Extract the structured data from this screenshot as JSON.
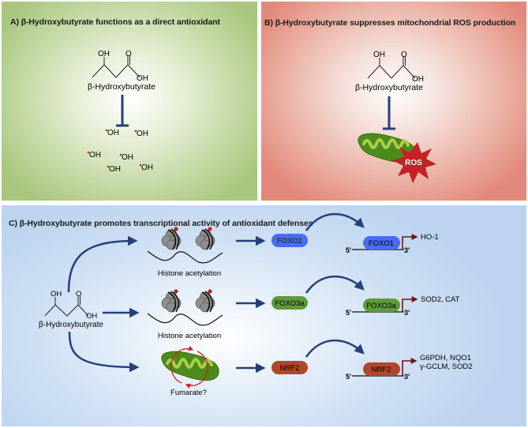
{
  "panels": {
    "a": {
      "title": "A) β-Hydroxybutyrate functions as a direct antioxidant",
      "molecule_label": "β-Hydroxybutyrate",
      "atom_oh": "OH",
      "atom_o": "O",
      "radicals": [
        "OH",
        "OH",
        "OH",
        "OH",
        "OH",
        "OH"
      ],
      "relation": "inhibits"
    },
    "b": {
      "title": "B) β-Hydroxybutyrate suppresses mitochondrial ROS production",
      "molecule_label": "β-Hydroxybutyrate",
      "atom_oh": "OH",
      "atom_o": "O",
      "ros_label": "ROS",
      "relation": "inhibits"
    },
    "c": {
      "title": "C) β-Hydroxybutyrate promotes transcriptional activity of antioxidant defenses",
      "molecule_label": "β-Hydroxybutyrate",
      "atom_oh": "OH",
      "atom_o": "O",
      "pathways": [
        {
          "mechanism": "Histone acetylation",
          "factor": "FOXO1",
          "factor_color": "#4a6cf0",
          "five_prime": "5'",
          "three_prime": "3'",
          "targets": [
            "HO-1"
          ]
        },
        {
          "mechanism": "Histone acetylation",
          "factor": "FOXO3a",
          "factor_color": "#5f9a3a",
          "five_prime": "5'",
          "three_prime": "3'",
          "targets": [
            "SOD2, CAT"
          ]
        },
        {
          "mechanism": "Fumarate?",
          "factor": "NRF2",
          "factor_color": "#b0472c",
          "five_prime": "5'",
          "three_prime": "3'",
          "targets": [
            "G6PDH, NQO1",
            "γ-GCLM, SOD2"
          ]
        }
      ]
    }
  },
  "colors": {
    "arrow": "#253f7a",
    "promoter_arrow": "#6e1414",
    "radical_dot": "#d0202a",
    "acetyl_dot": "#c0201e",
    "ros_star": "#c42226",
    "mito_outer": "#4d8a1c",
    "mito_inner": "#9cc83a",
    "histone": "#8e8e8e"
  }
}
